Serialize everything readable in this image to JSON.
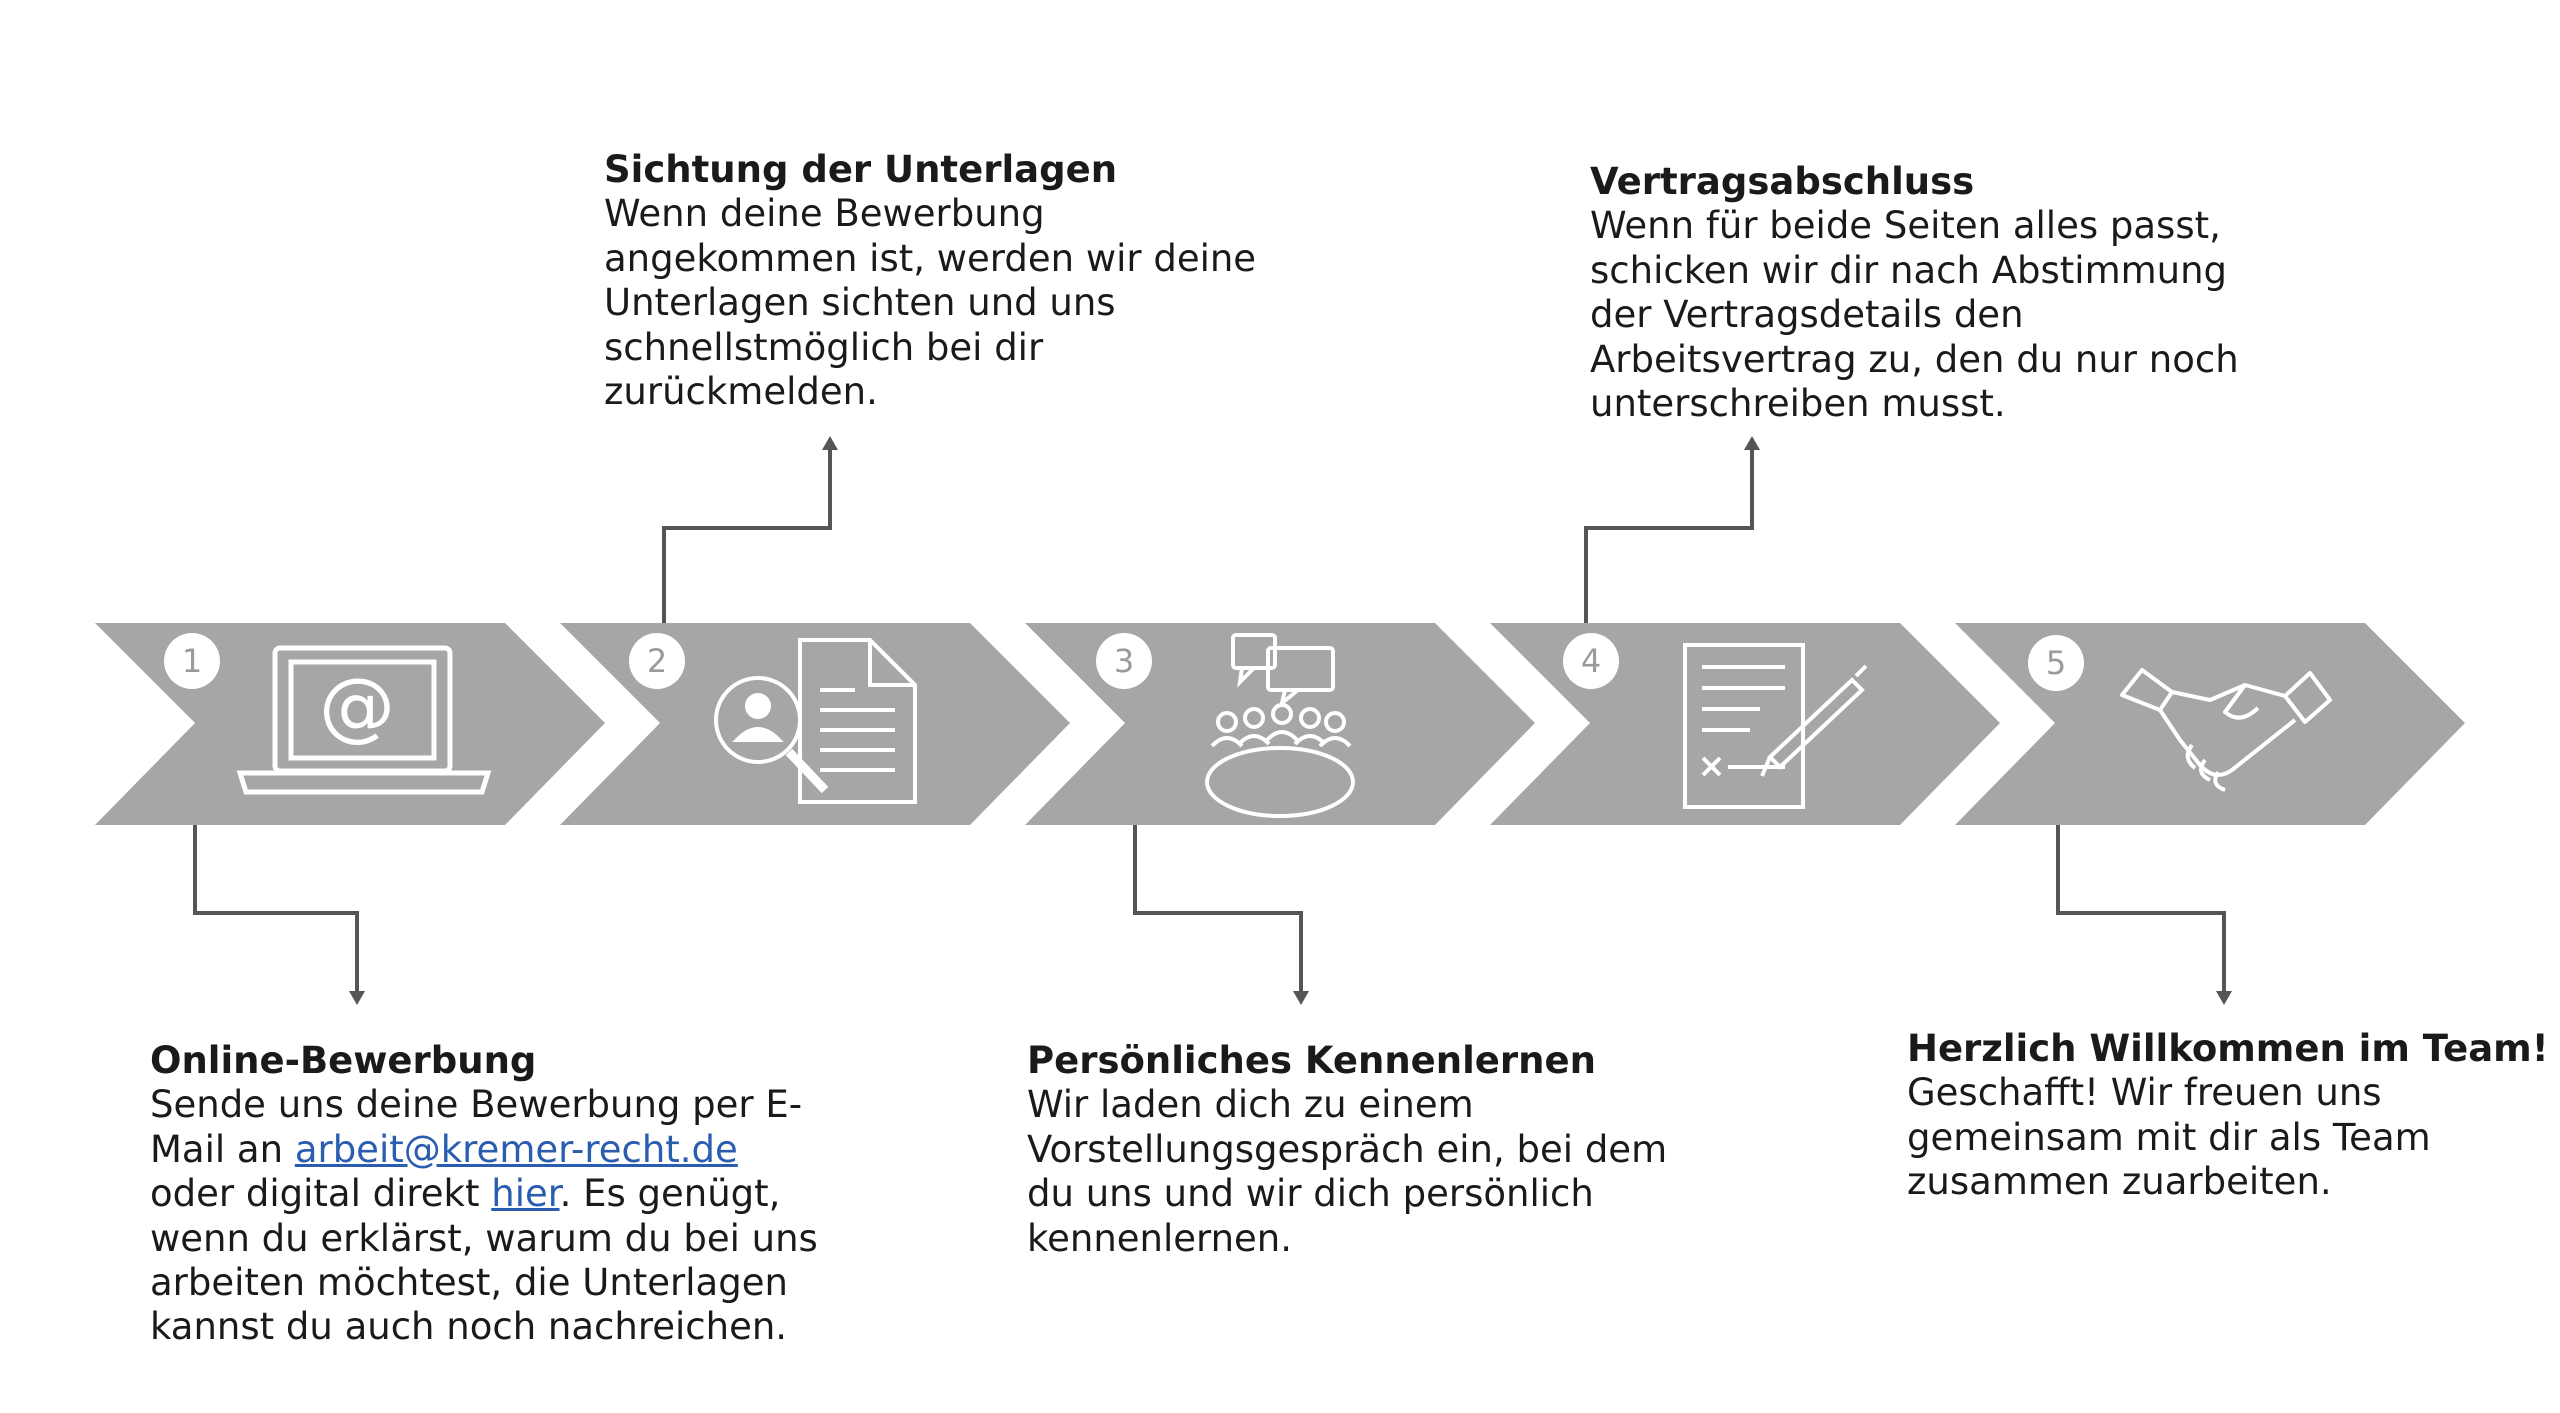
{
  "steps": [
    {
      "number": "1",
      "icon": "laptop-email-icon"
    },
    {
      "number": "2",
      "icon": "document-review-icon"
    },
    {
      "number": "3",
      "icon": "meeting-icon"
    },
    {
      "number": "4",
      "icon": "contract-sign-icon"
    },
    {
      "number": "5",
      "icon": "handshake-icon"
    }
  ],
  "texts": {
    "online": {
      "title": "Online-Bewerbung",
      "line1": "Sende uns deine Bewerbung per E-",
      "line2_pre": "Mail an ",
      "email": "arbeit@kremer-recht.de",
      "line3_pre": "oder digital direkt ",
      "link_here": "hier",
      "line3_post": ". Es genügt,",
      "line4": "wenn du erklärst, warum du bei uns",
      "line5": "arbeiten möchtest, die Unterlagen",
      "line6": "kannst du auch noch nachreichen."
    },
    "sichtung": {
      "title": "Sichtung der Unterlagen",
      "body": "Wenn deine Bewerbung\nangekommen ist, werden wir deine\nUnterlagen sichten und uns\nschnellstmöglich bei dir\nzurückmelden."
    },
    "kennenlernen": {
      "title": "Persönliches Kennenlernen",
      "body": "Wir laden dich zu einem\nVorstellungsgespräch ein, bei dem\ndu uns und wir dich persönlich\nkennenlernen."
    },
    "vertrag": {
      "title": "Vertragsabschluss",
      "body": "Wenn für beide Seiten alles passt,\nschicken wir dir nach Abstimmung\nder Vertragsdetails den\nArbeitsvertrag zu, den du nur noch\nunterschreiben musst."
    },
    "willkommen": {
      "title": "Herzlich Willkommen im Team!",
      "body": "Geschafft! Wir freuen uns\ngemeinsam mit dir als Team\nzusammen zuarbeiten."
    }
  },
  "colors": {
    "chevron": "#a6a6a6",
    "icon": "#ffffff",
    "connector": "#555555",
    "link": "#2a5db0"
  }
}
